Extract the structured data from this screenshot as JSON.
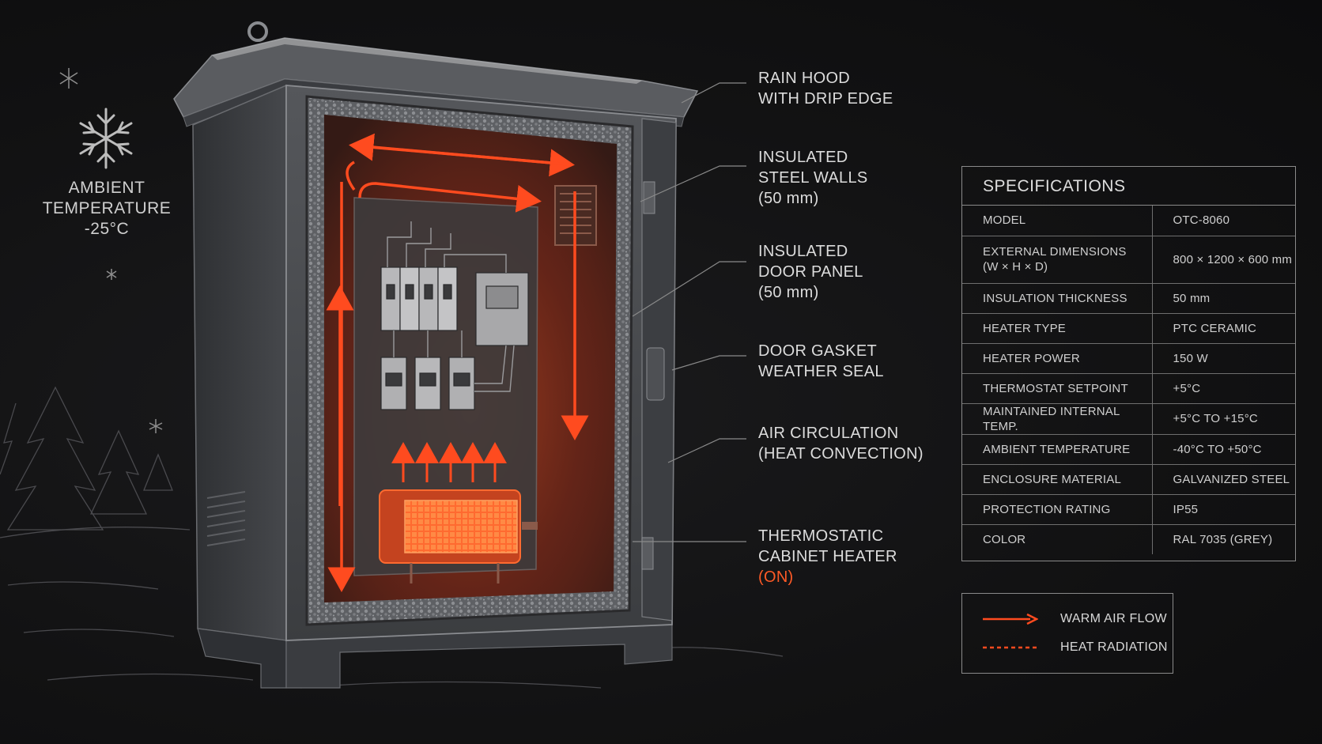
{
  "ambient": {
    "line1": "AMBIENT",
    "line2": "TEMPERATURE",
    "line3": "-25°C"
  },
  "callouts": {
    "rain_hood": [
      "RAIN HOOD",
      "WITH DRIP EDGE"
    ],
    "steel_walls": [
      "INSULATED",
      "STEEL WALLS",
      "(50 mm)"
    ],
    "door_panel": [
      "INSULATED",
      "DOOR PANEL",
      "(50 mm)"
    ],
    "gasket": [
      "DOOR GASKET",
      "WEATHER SEAL"
    ],
    "air": [
      "AIR CIRCULATION",
      "(HEAT CONVECTION)"
    ],
    "heater": [
      "THERMOSTATIC",
      "CABINET HEATER",
      "(ON)"
    ]
  },
  "specifications": {
    "title": "SPECIFICATIONS",
    "rows": [
      {
        "label": "MODEL",
        "value": "OTC-8060"
      },
      {
        "label": "EXTERNAL DIMENSIONS",
        "label2": "(W × H × D)",
        "value": "800 × 1200 × 600 mm"
      },
      {
        "label": "INSULATION THICKNESS",
        "value": "50 mm"
      },
      {
        "label": "HEATER TYPE",
        "value": "PTC CERAMIC"
      },
      {
        "label": "HEATER POWER",
        "value": "150 W"
      },
      {
        "label": "THERMOSTAT SETPOINT",
        "value": "+5°C"
      },
      {
        "label": "MAINTAINED INTERNAL TEMP.",
        "value": "+5°C TO +15°C"
      },
      {
        "label": "AMBIENT TEMPERATURE",
        "value": "-40°C TO +50°C"
      },
      {
        "label": "ENCLOSURE MATERIAL",
        "value": "GALVANIZED STEEL"
      },
      {
        "label": "PROTECTION RATING",
        "value": "IP55"
      },
      {
        "label": "COLOR",
        "value": "RAL 7035 (GREY)"
      }
    ]
  },
  "legend": {
    "warm_air": "WARM AIR FLOW",
    "heat_radiation": "HEAT RADIATION"
  },
  "colors": {
    "warm": "#ff4b1f",
    "steel": "#4a4c50",
    "background": "#121213"
  }
}
